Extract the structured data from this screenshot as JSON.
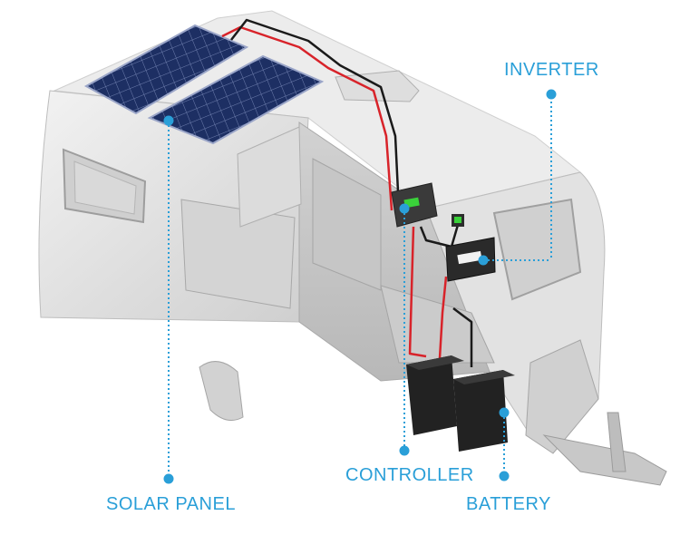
{
  "colors": {
    "label": "#2a9fd8",
    "leader": "#2a9fd8",
    "cable_positive": "#d8232a",
    "cable_negative": "#1a1a1a",
    "body": "#e6e6e6",
    "panel": "#1d2f63",
    "controller_screen": "#3ad13a"
  },
  "labels": {
    "inverter": "INVERTER",
    "controller": "CONTROLLER",
    "solar_panel": "SOLAR PANEL",
    "battery": "BATTERY"
  },
  "icons": [
    "solar-panel-icon",
    "charge-controller-icon",
    "inverter-icon",
    "battery-icon"
  ]
}
